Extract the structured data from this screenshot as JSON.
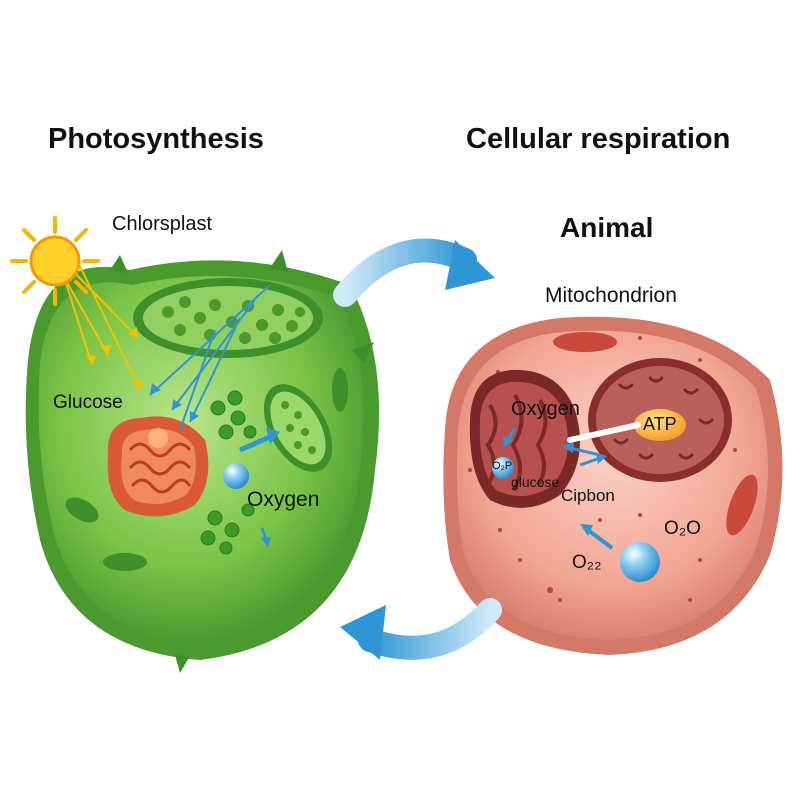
{
  "left_panel": {
    "title": "Photosynthesis",
    "organelle_label": "Chlorsplast",
    "glucose_label": "Glucose",
    "oxygen_label": "Oxygen"
  },
  "right_panel": {
    "title": "Cellular respiration",
    "subtitle": "Animal",
    "organelle_label": "Mitochondrion",
    "oxygen_label": "Oxygen",
    "atp_label": "ATP",
    "o2p_label": "O₂P",
    "glucose_label": "glucose",
    "cipbon_label": "Cipbon",
    "o2o_label": "O₂O",
    "o22_label": "O₂₂"
  },
  "colors": {
    "plant_cell": "#6fbf3f",
    "plant_cell_dark": "#3f8f2a",
    "animal_cell": "#ef9a8a",
    "animal_cell_dark": "#c96a5c",
    "cycle_arrow": "#3aa0d8",
    "sun": "#f7b500"
  },
  "icons": [
    "sun-icon",
    "cycle-arrow-icon",
    "oxygen-bubble-icon"
  ]
}
